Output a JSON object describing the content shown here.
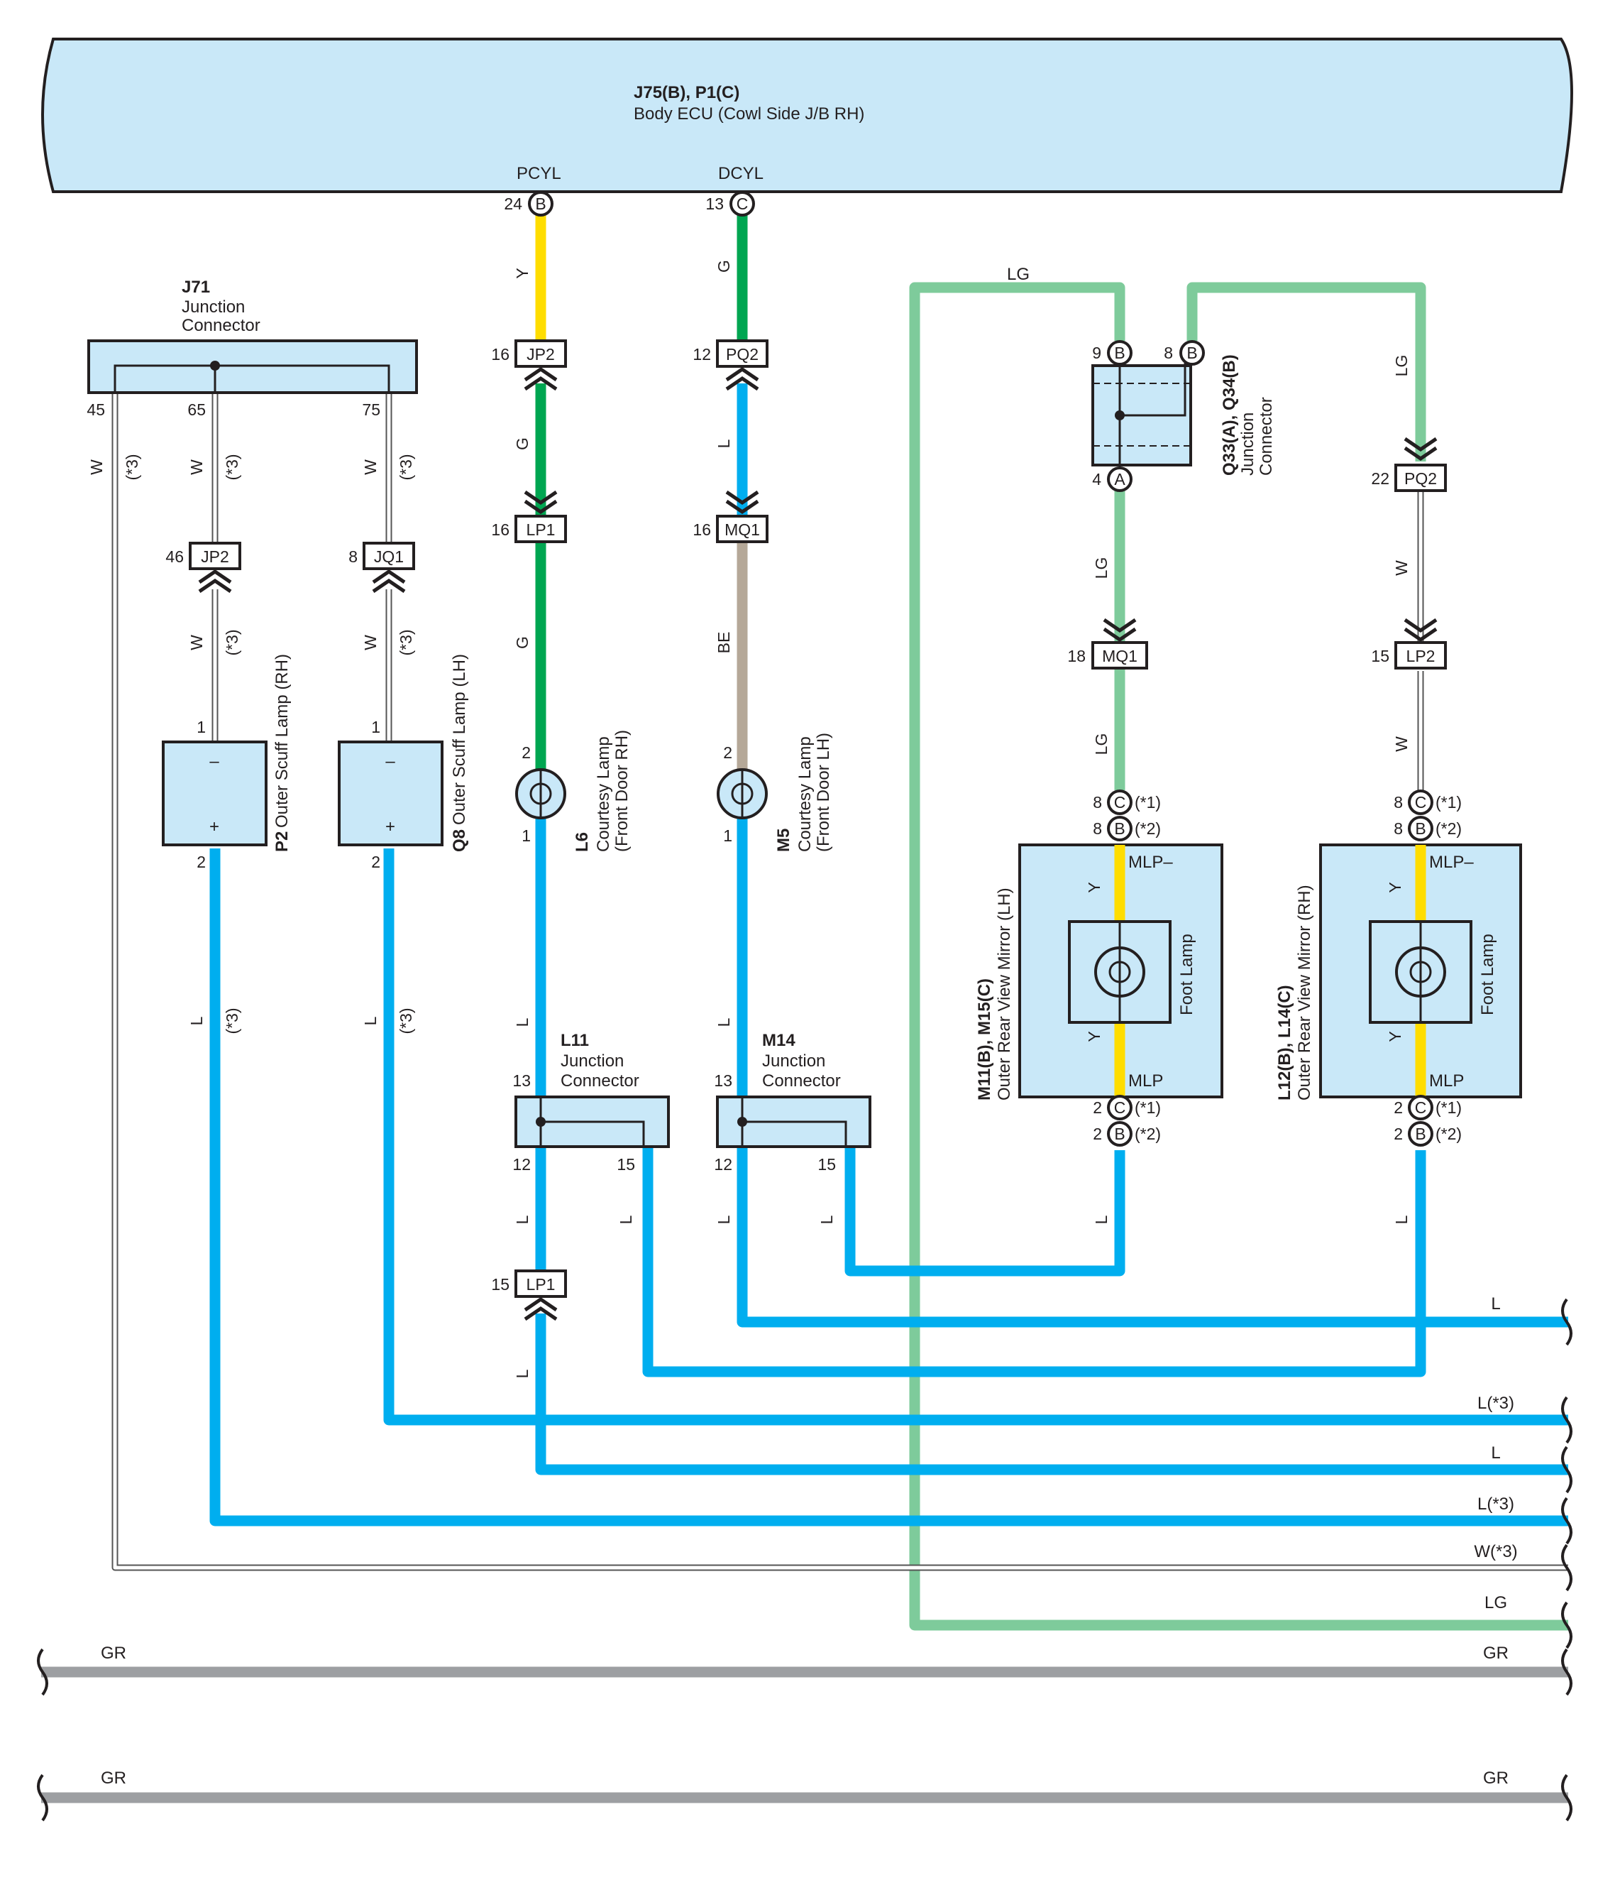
{
  "colors": {
    "L": "#00aeef",
    "G": "#00a651",
    "Y": "#ffdd00",
    "LG": "#7ecb9b",
    "BE": "#b5a898",
    "GR": "#9d9fa2",
    "W": "#ffffff",
    "panel": "#c9e8f8",
    "outline": "#231f20"
  },
  "ecu": {
    "ref": "J75(B), P1(C)",
    "name": "Body ECU (Cowl Side J/B RH)",
    "term_left": "PCYL",
    "term_right": "DCYL"
  },
  "j71": {
    "ref": "J71",
    "line1": "Junction",
    "line2": "Connector"
  },
  "q33": {
    "ref": "Q33(A), Q34(B)",
    "line1": "Junction",
    "line2": "Connector"
  },
  "l11": {
    "ref": "L11",
    "line1": "Junction",
    "line2": "Connector"
  },
  "m14": {
    "ref": "M14",
    "line1": "Junction",
    "line2": "Connector"
  },
  "p2": {
    "ref": "P2",
    "name": "Outer Scuff Lamp (RH)"
  },
  "q8": {
    "ref": "Q8",
    "name": "Outer Scuff Lamp (LH)"
  },
  "l6": {
    "ref": "L6",
    "line1": "Courtesy Lamp",
    "line2": "(Front Door RH)"
  },
  "m5": {
    "ref": "M5",
    "line1": "Courtesy Lamp",
    "line2": "(Front Door LH)"
  },
  "mirror_lh": {
    "ref": "M11(B), M15(C)",
    "name": "Outer Rear View Mirror (LH)",
    "lamp": "Foot Lamp",
    "top_term": "MLP–",
    "bot_term": "MLP"
  },
  "mirror_rh": {
    "ref": "L12(B), L14(C)",
    "name": "Outer Rear View Mirror (RH)",
    "lamp": "Foot Lamp",
    "top_term": "MLP–",
    "bot_term": "MLP"
  },
  "connectors": {
    "jp2a": "JP2",
    "pq2a": "PQ2",
    "lp1a": "LP1",
    "mq1a": "MQ1",
    "jp2b": "JP2",
    "jq1": "JQ1",
    "lp1b": "LP1",
    "pq2b": "PQ2",
    "mq1b": "MQ1",
    "lp2": "LP2"
  },
  "pins": {
    "ecu_pcyl": "24",
    "ecu_pcyl_c": "B",
    "ecu_dcyl": "13",
    "ecu_dcyl_c": "C",
    "jp2a": "16",
    "pq2a": "12",
    "lp1a": "16",
    "mq1a": "16",
    "j71_45": "45",
    "j71_65": "65",
    "j71_75": "75",
    "jp2b": "46",
    "jq1": "8",
    "p2_1": "1",
    "p2_2": "2",
    "q8_1": "1",
    "q8_2": "2",
    "l6_2": "2",
    "l6_1": "1",
    "m5_2": "2",
    "m5_1": "1",
    "l11_13": "13",
    "l11_12": "12",
    "l11_15": "15",
    "m14_13": "13",
    "m14_12": "12",
    "m14_15": "15",
    "lp1b": "15",
    "q_9": "9",
    "q_9c": "B",
    "q_8": "8",
    "q_8c": "B",
    "q_4": "4",
    "q_4c": "A",
    "pq2b": "22",
    "mq1b": "18",
    "lp2": "15",
    "ml_8a": "8",
    "ml_8ac": "C",
    "ml_8b": "8",
    "ml_8bc": "B",
    "ml_2a": "2",
    "ml_2ac": "C",
    "ml_2b": "2",
    "ml_2bc": "B",
    "mr_8a": "8",
    "mr_8ac": "C",
    "mr_8b": "8",
    "mr_8bc": "B",
    "mr_2a": "2",
    "mr_2ac": "C",
    "mr_2b": "2",
    "mr_2bc": "B",
    "n1": "(*1)",
    "n2": "(*2)",
    "n3": "(*3)"
  },
  "sym": {
    "minus": "–",
    "plus": "+"
  },
  "wires": {
    "y": "Y",
    "g": "G",
    "l": "L",
    "be": "BE",
    "lg": "LG",
    "w": "W"
  },
  "exits": {
    "e1": "L",
    "e2": "L(*3)",
    "e3": "L",
    "e4": "L(*3)",
    "e5": "W(*3)",
    "e6": "LG",
    "gr": "GR"
  }
}
